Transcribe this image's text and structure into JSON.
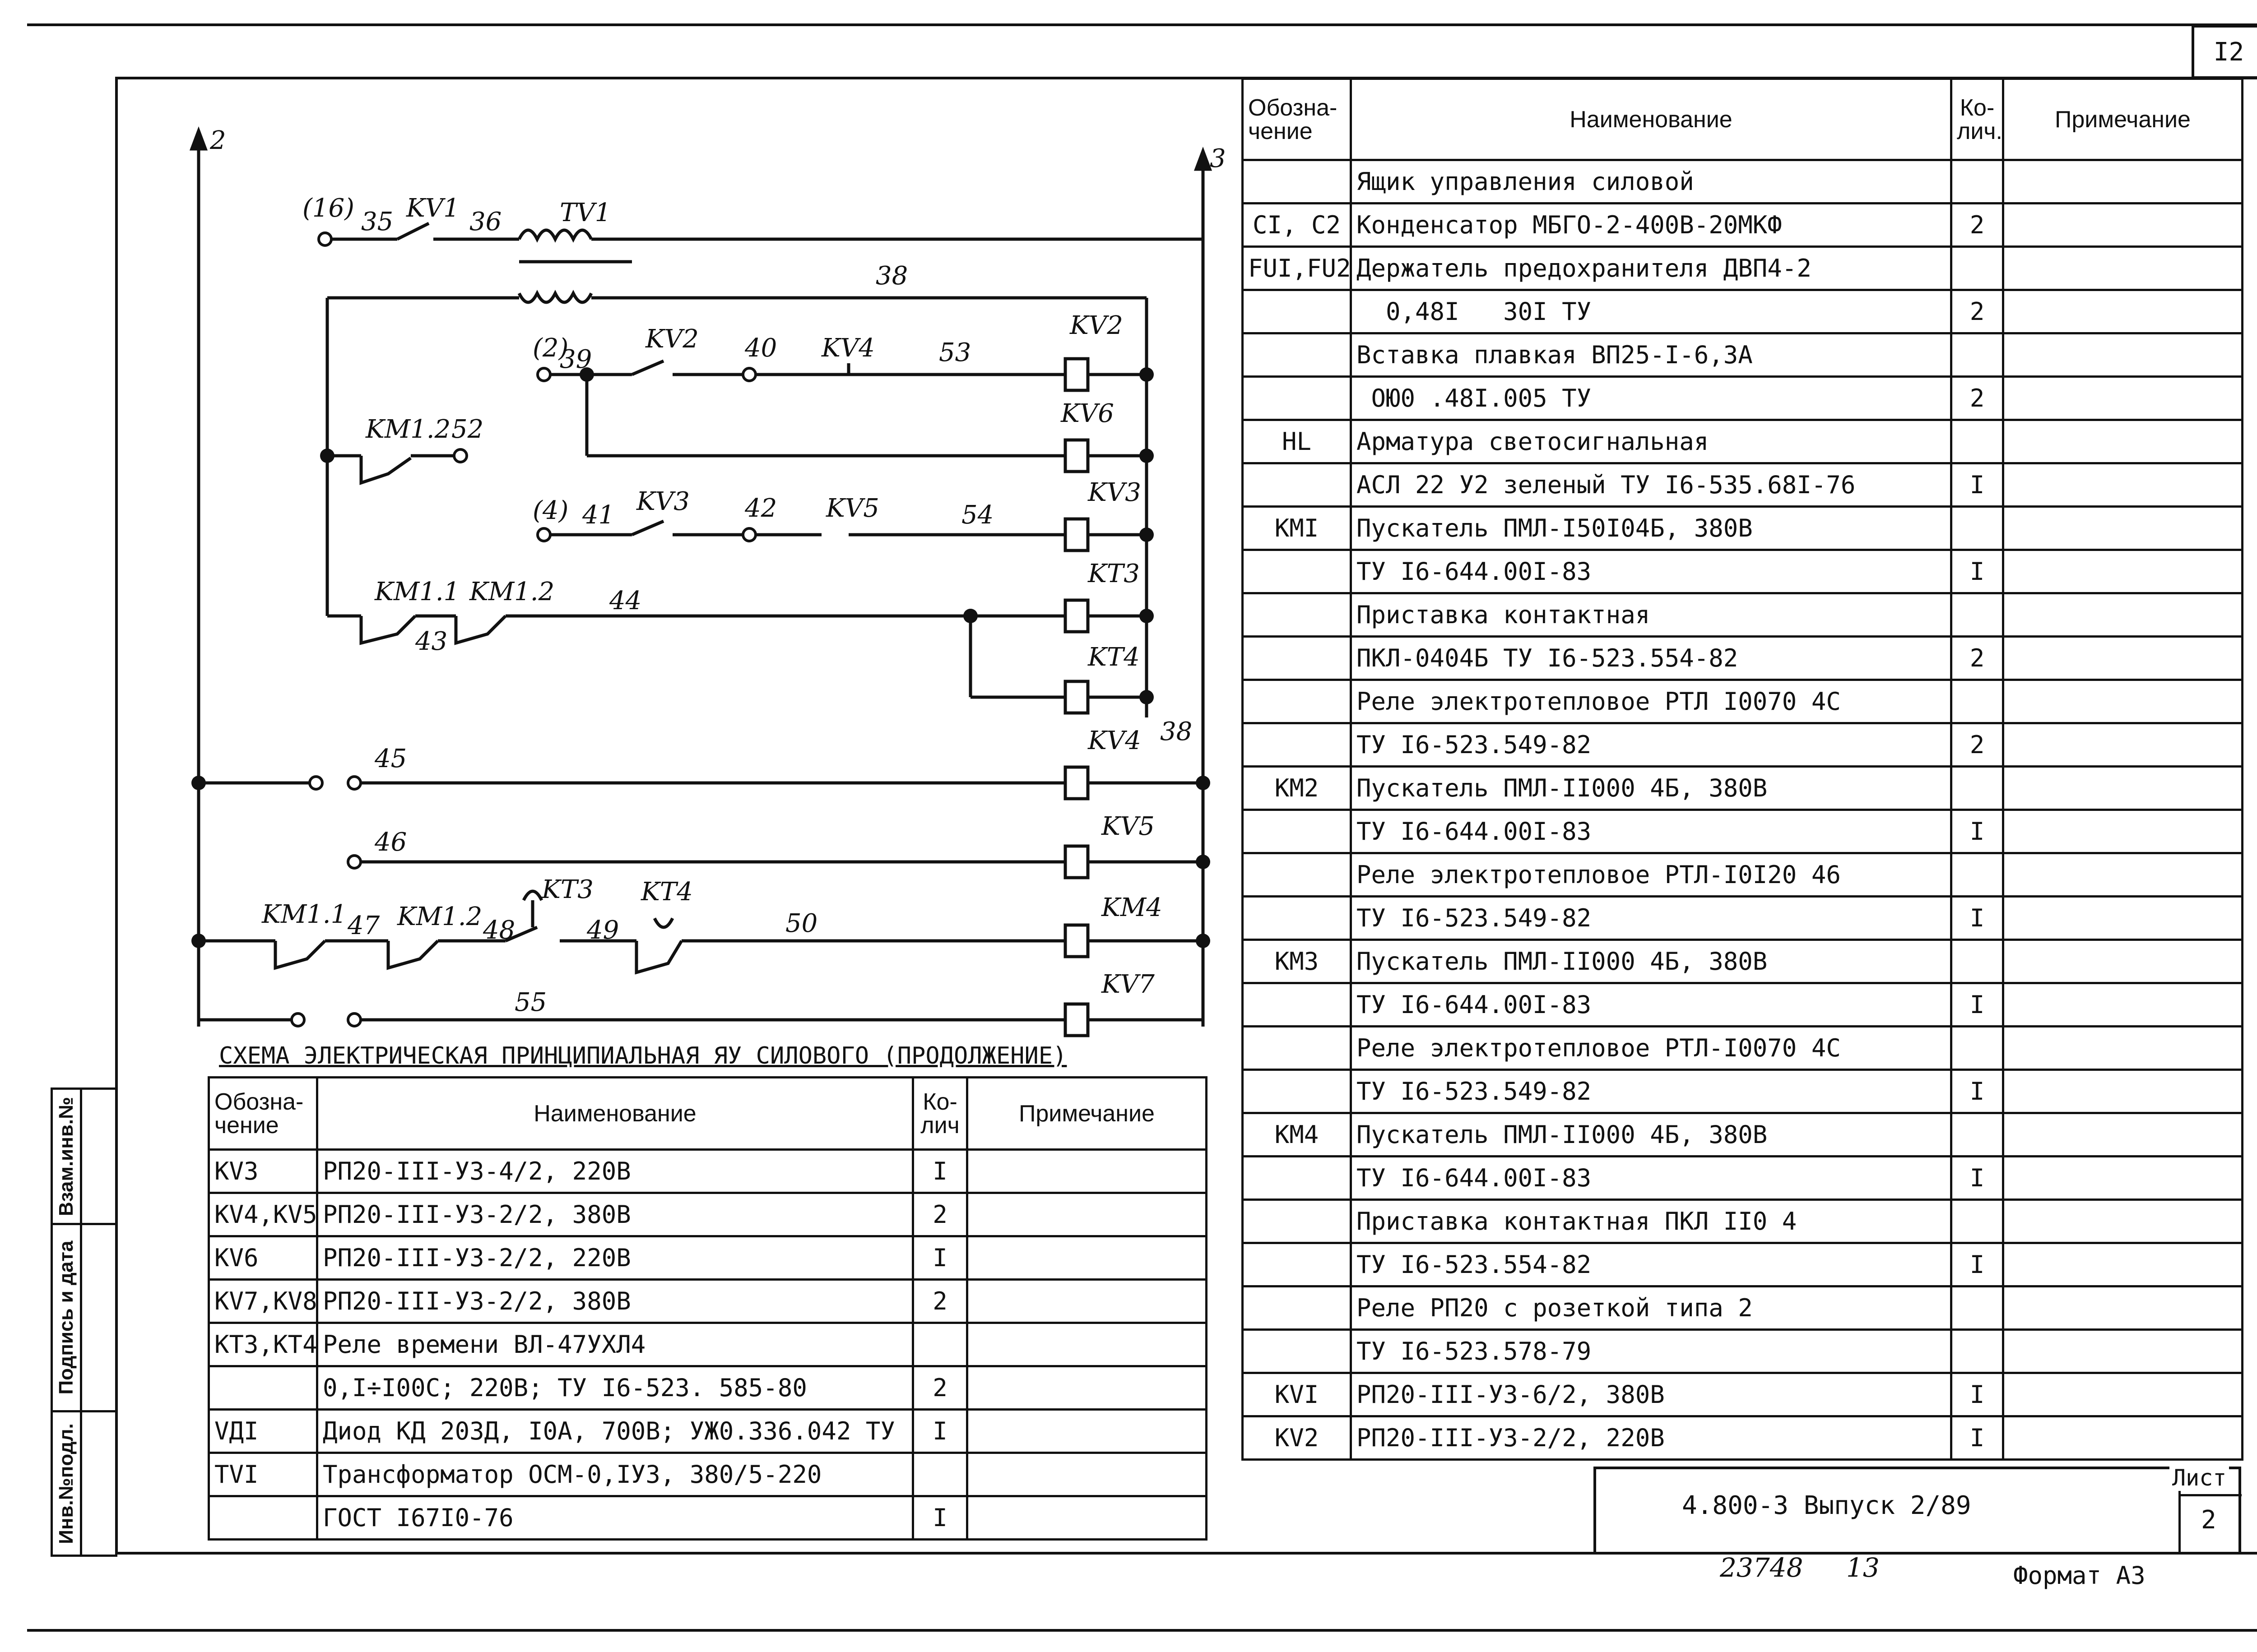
{
  "page_number": "I2",
  "diagram": {
    "title": "СХЕМА ЭЛЕКТРИЧЕСКАЯ ПРИНЦИПИАЛЬНАЯ ЯУ СИЛОВОГО (ПРОДОЛЖЕНИЕ)",
    "bus_left": "2",
    "bus_right": "3",
    "labels": [
      "(16)",
      "35",
      "KV1",
      "36",
      "TV1",
      "38",
      "(2)",
      "39",
      "KV2",
      "40",
      "KV4",
      "53",
      "KV2",
      "KV6",
      "KM1.2",
      "52",
      "(4)",
      "41",
      "KV3",
      "42",
      "KV5",
      "54",
      "KV3",
      "KM1.1",
      "KM1.2",
      "44",
      "43",
      "KT3",
      "KT4",
      "38",
      "KV4",
      "45",
      "KV5",
      "46",
      "KT3",
      "KT4",
      "KM1.1",
      "47",
      "KM1.2",
      "48",
      "49",
      "50",
      "KM4",
      "KV7",
      "55"
    ]
  },
  "left_table": {
    "headers": {
      "designation": "Обозна-\nчение",
      "name": "Наименование",
      "qty": "Ко-\nлич",
      "note": "Примечание"
    },
    "rows": [
      {
        "d": "KV3",
        "n": "РП20-III-УЗ-4/2, 220В",
        "q": "I",
        "p": ""
      },
      {
        "d": "KV4,KV5",
        "n": "РП20-III-УЗ-2/2, 380В",
        "q": "2",
        "p": ""
      },
      {
        "d": "KV6",
        "n": "РП20-III-УЗ-2/2, 220В",
        "q": "I",
        "p": ""
      },
      {
        "d": "KV7,KV8",
        "n": "РП20-III-УЗ-2/2, 380В",
        "q": "2",
        "p": ""
      },
      {
        "d": "КТ3,КТ4",
        "n": "Реле времени ВЛ-47УХЛ4",
        "q": "",
        "p": ""
      },
      {
        "d": "",
        "n": "0,I÷I00С; 220В; ТУ I6-523. 585-80",
        "q": "2",
        "p": ""
      },
      {
        "d": "VДI",
        "n": "Диод КД 203Д, I0А, 700В; УЖ0.336.042 ТУ",
        "q": "I",
        "p": ""
      },
      {
        "d": "TVI",
        "n": "Трансформатор ОСМ-0,IУЗ, 380/5-220",
        "q": "",
        "p": ""
      },
      {
        "d": "",
        "n": "ГОСТ I67I0-76",
        "q": "I",
        "p": ""
      }
    ]
  },
  "right_table": {
    "headers": {
      "designation": "Обозна-\nчение",
      "name": "Наименование",
      "qty": "Ко-\nлич.",
      "note": "Примечание"
    },
    "rows": [
      {
        "d": "",
        "n": "Ящик управления силовой",
        "q": "",
        "p": ""
      },
      {
        "d": "CI, C2",
        "n": "Конденсатор МБГО-2-400В-20МКФ",
        "q": "2",
        "p": ""
      },
      {
        "d": "FUI,FU2",
        "n": "Держатель предохранителя ДВП4-2",
        "q": "",
        "p": ""
      },
      {
        "d": "",
        "n": "  0,48I   30I ТУ",
        "q": "2",
        "p": ""
      },
      {
        "d": "",
        "n": "Вставка плавкая  ВП25-I-6,3А",
        "q": "",
        "p": ""
      },
      {
        "d": "",
        "n": " ОЮ0 .48I.005 ТУ",
        "q": "2",
        "p": ""
      },
      {
        "d": "HL",
        "n": "Арматура светосигнальная",
        "q": "",
        "p": ""
      },
      {
        "d": "",
        "n": "АСЛ 22 У2 зеленый ТУ I6-535.68I-76",
        "q": "I",
        "p": ""
      },
      {
        "d": "KMI",
        "n": "Пускатель  ПМЛ-I50I04Б, 380В",
        "q": "",
        "p": ""
      },
      {
        "d": "",
        "n": "ТУ I6-644.00I-83",
        "q": "I",
        "p": ""
      },
      {
        "d": "",
        "n": "Приставка контактная",
        "q": "",
        "p": ""
      },
      {
        "d": "",
        "n": "ПКЛ-0404Б  ТУ I6-523.554-82",
        "q": "2",
        "p": ""
      },
      {
        "d": "",
        "n": "Реле электротепловое РТЛ I0070 4С",
        "q": "",
        "p": ""
      },
      {
        "d": "",
        "n": "ТУ I6-523.549-82",
        "q": "2",
        "p": ""
      },
      {
        "d": "KM2",
        "n": "Пускатель ПМЛ-II000  4Б, 380В",
        "q": "",
        "p": ""
      },
      {
        "d": "",
        "n": "ТУ I6-644.00I-83",
        "q": "I",
        "p": ""
      },
      {
        "d": "",
        "n": "Реле электротепловое РТЛ-I0I20 46",
        "q": "",
        "p": ""
      },
      {
        "d": "",
        "n": "ТУ I6-523.549-82",
        "q": "I",
        "p": ""
      },
      {
        "d": "KM3",
        "n": "Пускатель  ПМЛ-II000  4Б, 380В",
        "q": "",
        "p": ""
      },
      {
        "d": "",
        "n": "ТУ I6-644.00I-83",
        "q": "I",
        "p": ""
      },
      {
        "d": "",
        "n": "Реле электротепловое РТЛ-I0070  4С",
        "q": "",
        "p": ""
      },
      {
        "d": "",
        "n": "ТУ I6-523.549-82",
        "q": "I",
        "p": ""
      },
      {
        "d": "KM4",
        "n": "Пускатель  ПМЛ-II000  4Б, 380В",
        "q": "",
        "p": ""
      },
      {
        "d": "",
        "n": "ТУ I6-644.00I-83",
        "q": "I",
        "p": ""
      },
      {
        "d": "",
        "n": "Приставка контактная  ПКЛ II0 4",
        "q": "",
        "p": ""
      },
      {
        "d": "",
        "n": "ТУ I6-523.554-82",
        "q": "I",
        "p": ""
      },
      {
        "d": "",
        "n": "Реле  РП20 с розеткой типа 2",
        "q": "",
        "p": ""
      },
      {
        "d": "",
        "n": "ТУ I6-523.578-79",
        "q": "",
        "p": ""
      },
      {
        "d": "KVI",
        "n": "РП20-III-УЗ-6/2, 380В",
        "q": "I",
        "p": ""
      },
      {
        "d": "KV2",
        "n": "РП20-III-УЗ-2/2, 220В",
        "q": "I",
        "p": ""
      }
    ]
  },
  "stamp": {
    "doc_code": "4.800-3 Выпуск 2/89",
    "sheet_label": "Лист",
    "sheet_number": "2"
  },
  "side_strip": [
    "Взам.инв.№",
    "Подпись и дата",
    "Инв.№подл."
  ],
  "footer": {
    "inventory": "23748",
    "copy": "13",
    "format": "Формат А3"
  }
}
